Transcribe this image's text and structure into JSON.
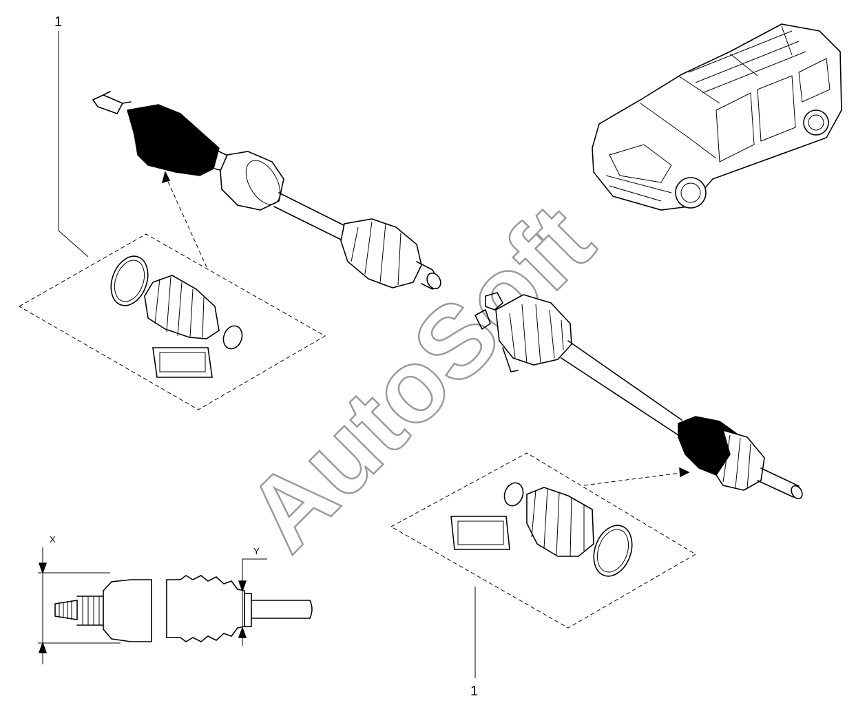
{
  "labels": {
    "callout_top": "1",
    "callout_bottom": "1",
    "dim_x": "X",
    "dim_y": "Y"
  },
  "watermark": {
    "text": "AutoSoft",
    "color": "#9a9a9a"
  },
  "colors": {
    "ink": "#000000",
    "background": "#ffffff"
  }
}
